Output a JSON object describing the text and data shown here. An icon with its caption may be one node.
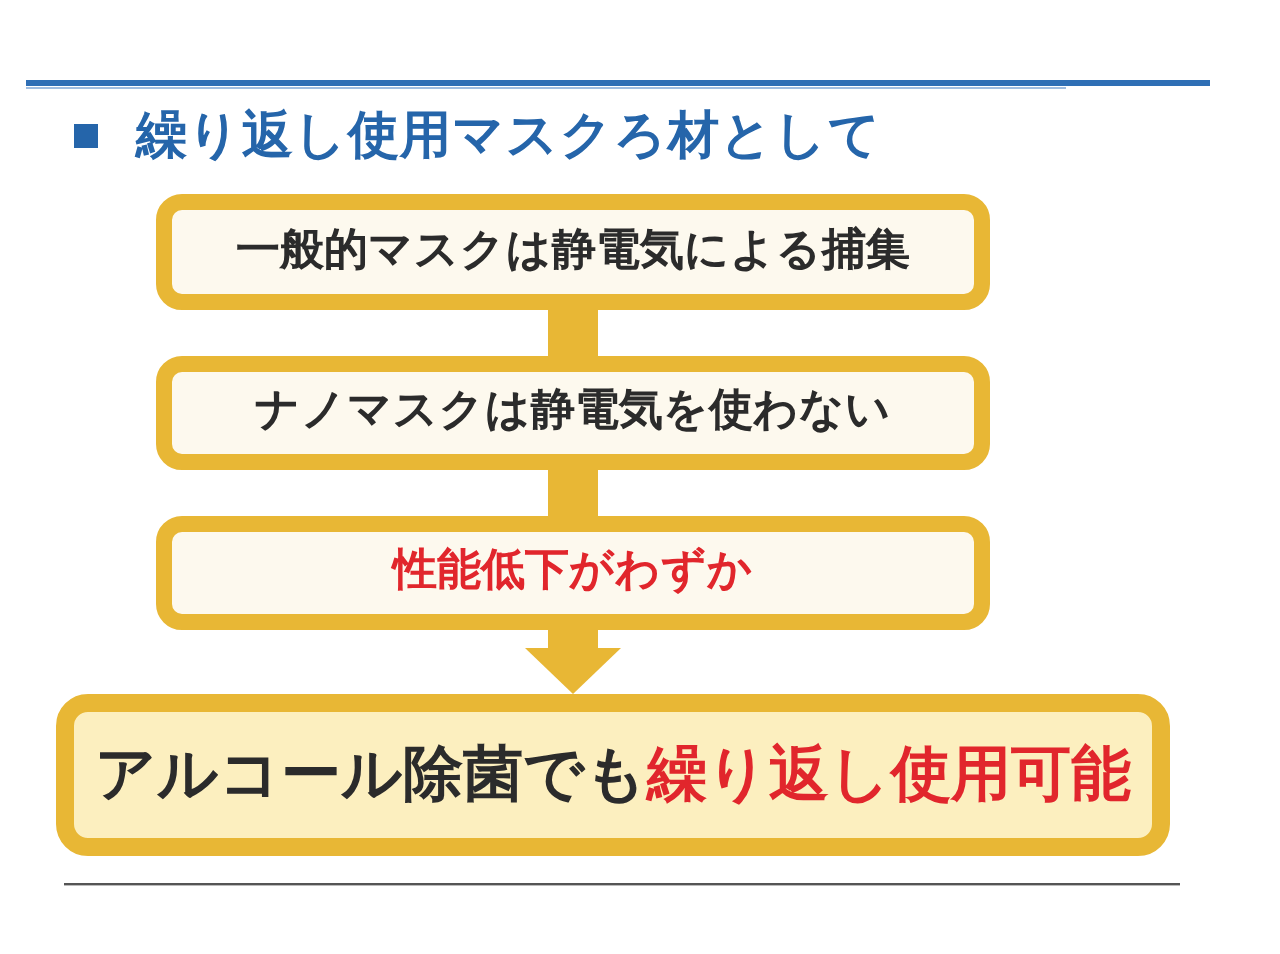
{
  "diagram": {
    "title": "繰り返し使用マスクろ材として",
    "nodes": [
      {
        "text": [
          "一般的マスクは静電気による捕集"
        ]
      },
      {
        "text": [
          "ナノマスクは静電気を使わない"
        ]
      },
      {
        "text": [
          "性能低下がわずか"
        ]
      },
      {
        "text": [
          "アルコール除菌でも**繰り返し使用可能**"
        ]
      }
    ],
    "edges": [
      {
        "from": 0,
        "to": 1,
        "arrow": "none"
      },
      {
        "from": 1,
        "to": 2,
        "arrow": "none"
      },
      {
        "from": 2,
        "to": 3,
        "arrow": "to"
      }
    ]
  }
}
